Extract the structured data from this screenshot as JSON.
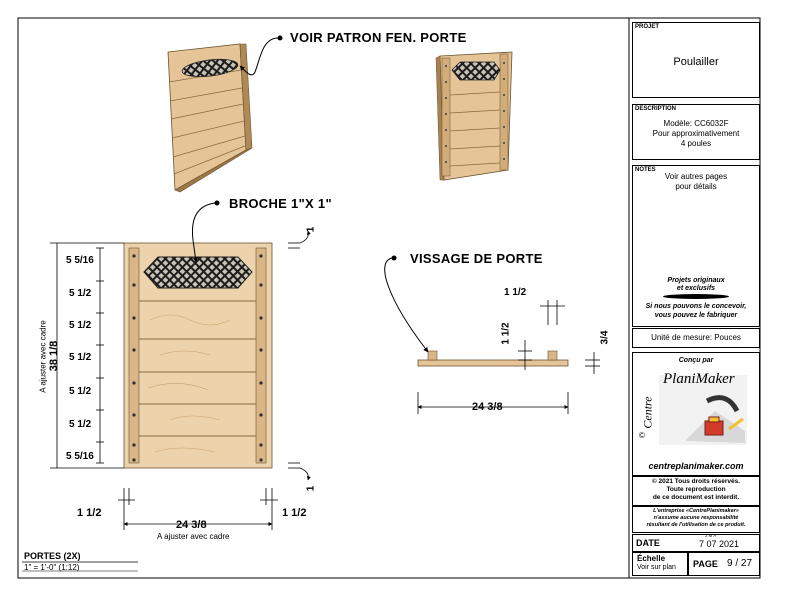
{
  "callouts": {
    "voir_patron": "VOIR PATRON FEN. PORTE",
    "broche": "BROCHE 1\"X 1\"",
    "vissage": "VISSAGE DE PORTE"
  },
  "door_elevation": {
    "spacing_labels": [
      "5 5/16",
      "5 1/2",
      "5 1/2",
      "5 1/2",
      "5 1/2",
      "5 1/2",
      "5 5/16"
    ],
    "height": "38 1/8",
    "height_note": "A ajuster avec cadre",
    "top_clearance": "1",
    "bottom_clearance": "1",
    "width": "24 3/8",
    "width_note": "A ajuster avec cadre",
    "left_stile": "1 1/2",
    "right_stile": "1 1/2"
  },
  "side_view": {
    "spacer": "1 1/2",
    "stile_height": "1 1/2",
    "thickness": "3/4",
    "width": "24 3/8"
  },
  "sheet": {
    "title": "PORTES  (2X)",
    "scale": "1\" = 1'-0\" (1:12)"
  },
  "title_block": {
    "projet_label": "PROJET",
    "projet": "Poulailler",
    "description_label": "DESCRIPTION",
    "description_lines": [
      "Modèle: CC6032F",
      "Pour approximativement",
      "4 poules"
    ],
    "notes_label": "NOTES",
    "notes_lines": [
      "Voir autres pages",
      "pour détails"
    ],
    "original_lines": [
      "Projets originaux",
      "et exclusifs"
    ],
    "concevoir_lines": [
      "Si nous pouvons le concevoir,",
      "vous pouvez le fabriquer"
    ],
    "unite": "Unité de mesure: Pouces",
    "concu_par": "Conçu par",
    "logo_name": "PlaniMaker",
    "logo_side": "Centre",
    "logo_mark": "©",
    "website": "centreplanimaker.com",
    "copyright_lines": [
      "© 2021   Tous droits réservés.",
      "Toute reproduction",
      "de ce document est interdit."
    ],
    "disclaimer_lines": [
      "L'entreprise «CentrePlanimaker»",
      "n'assume aucune responsabilité",
      "résultant de l'utilisation de ce produit."
    ],
    "date_label": "DATE",
    "date_header": "J     M     A",
    "date": "7 07 2021",
    "echelle_label": "Échelle",
    "echelle": "Voir sur plan",
    "page_label": "PAGE",
    "page": "9 / 27"
  },
  "colors": {
    "wood": "#e7c79a",
    "wood_dark": "#b9935f",
    "wood_shadow": "#8a6a3e",
    "screw": "#3a3a3a",
    "logo_red": "#d43a2a"
  }
}
